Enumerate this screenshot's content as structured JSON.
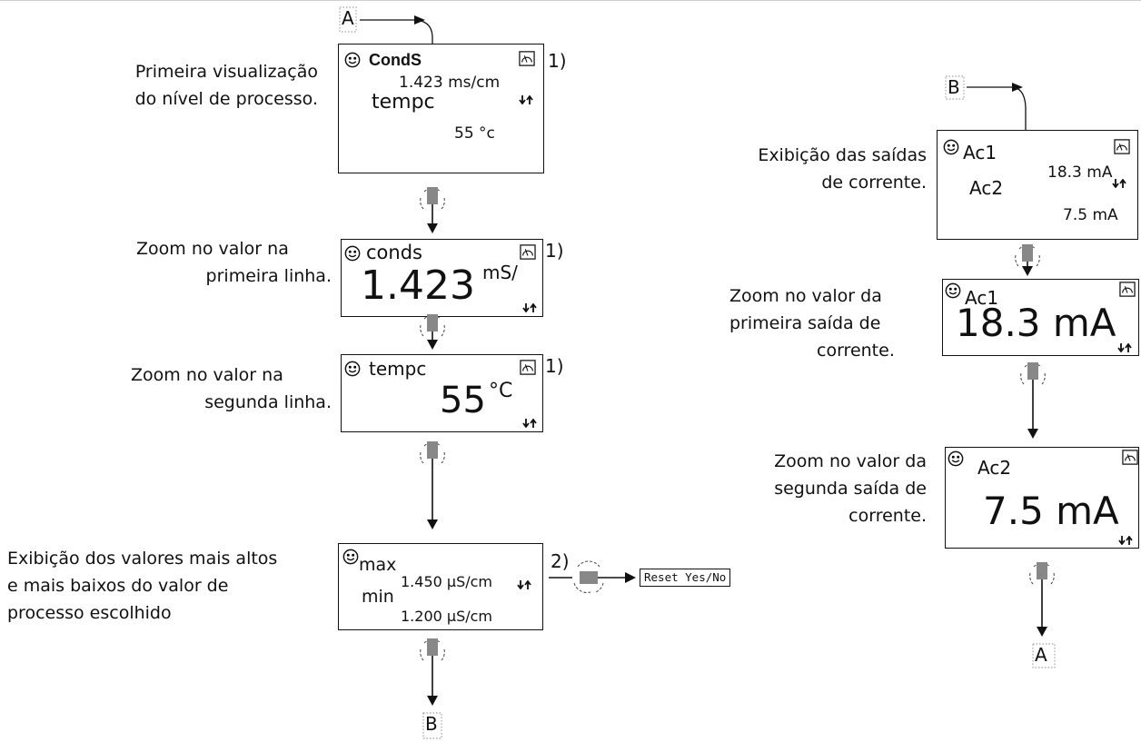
{
  "left": {
    "desc1": [
      "Primeira visualização",
      "do nível de processo."
    ],
    "desc2": [
      "Zoom no valor na",
      "primeira linha."
    ],
    "desc3": [
      "Zoom no valor na",
      "segunda linha."
    ],
    "desc4": [
      "Exibição dos valores mais altos",
      "e mais baixos do valor de",
      "processo escolhido"
    ],
    "screen1": {
      "title": "CondS",
      "value1": "1.423 ms/cm",
      "label2": "tempc",
      "value2": "55 °c",
      "note": "1)"
    },
    "screen2": {
      "title": "conds",
      "big": "1.423",
      "unit": "mS/",
      "note": "1)"
    },
    "screen3": {
      "title": "tempc",
      "big": "55",
      "unit": "°C",
      "note": "1)"
    },
    "screen4": {
      "title": "max",
      "value1": "1.450 µS/cm",
      "label2": "min",
      "value2": "1.200 µS/cm",
      "note": "2)"
    },
    "reset": "Reset Yes/No",
    "label_top": "A",
    "label_bottom": "B"
  },
  "right": {
    "desc1": [
      "Exibição das saídas",
      "de corrente."
    ],
    "desc2": [
      "Zoom no valor da",
      "primeira saída de",
      "corrente."
    ],
    "desc3": [
      "Zoom no valor da",
      "segunda saída de",
      "corrente."
    ],
    "screen1": {
      "title": "Ac1",
      "value1": "18.3 mA",
      "label2": "Ac2",
      "value2": "7.5 mA"
    },
    "screen2": {
      "title": "Ac1",
      "big": "18.3 mA"
    },
    "screen3": {
      "title": "Ac2",
      "big": "7.5 mA"
    },
    "label_top": "B",
    "label_bottom": "A"
  }
}
